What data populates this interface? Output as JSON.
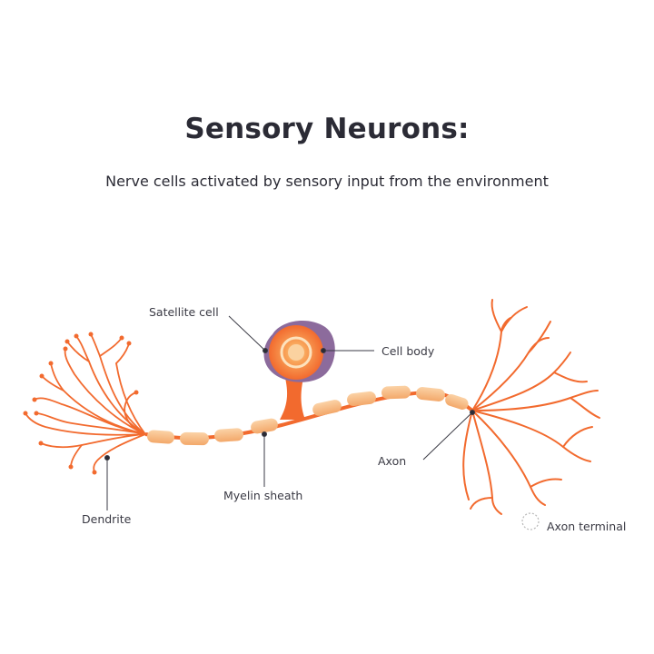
{
  "title": "Sensory Neurons:",
  "subtitle": "Nerve cells activated by sensory input from the environment",
  "labels": {
    "satellite_cell": "Satellite cell",
    "cell_body": "Cell body",
    "axon": "Axon",
    "myelin_sheath": "Myelin sheath",
    "dendrite": "Dendrite",
    "axon_terminal": "Axon terminal"
  },
  "colors": {
    "neuron": "#f26a2e",
    "myelin": "#f6b77f",
    "satellite": "#8c6b9c",
    "nucleus": "#f9c07a",
    "text": "#2b2b35"
  }
}
